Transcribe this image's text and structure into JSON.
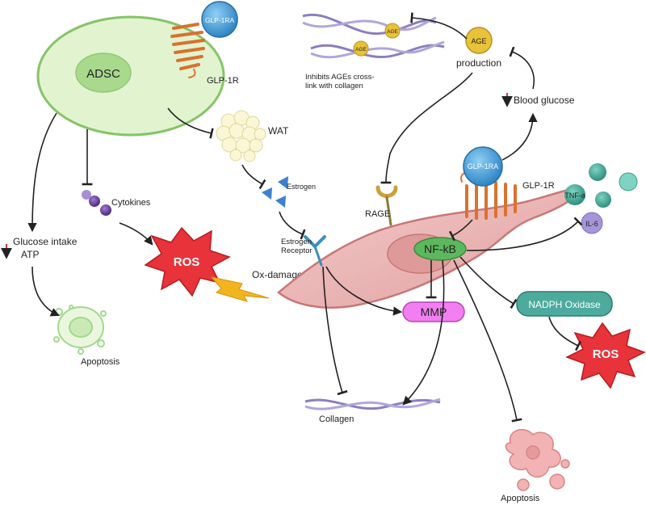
{
  "labels": {
    "adsc": "ADSC",
    "glp1ra_top": "GLP-1RA",
    "glp1r_top": "GLP-1R",
    "wat": "WAT",
    "cytokines": "Cytokines",
    "estrogen": "Estrogen",
    "estrogen_receptor_1": "Estrogen",
    "estrogen_receptor_2": "Receptor",
    "ros_left": "ROS",
    "ox_damage": "Ox-damage",
    "glucose_intake": "Glucose intake",
    "atp": "ATP",
    "apoptosis_left": "Apoptosis",
    "age_small_1": "AGE",
    "age_small_2": "AGE",
    "inhibits_1": "Inhibits AGEs cross-",
    "inhibits_2": "link with collagen",
    "age_node": "AGE",
    "production": "production",
    "blood_glucose": "Blood glucose",
    "glp1ra_right": "GLP-1RA",
    "glp1r_right": "GLP-1R",
    "rage": "RAGE",
    "nfkb": "NF-kB",
    "tnfa": "TNF-a",
    "il6": "IL-6",
    "mmp": "MMP",
    "nadph": "NADPH Oxidase",
    "ros_right": "ROS",
    "collagen": "Collagen",
    "apoptosis_right": "Apoptosis"
  },
  "colors": {
    "adsc_fill": "#dff3c8",
    "adsc_stroke": "#8cc672",
    "nucleus": "#a9d88f",
    "glp1ra": "#4fa3d9",
    "receptor": "#e07d3c",
    "ros": "#e8333a",
    "fibroblast": "#e8b3b3",
    "fibroblast_stroke": "#c97777",
    "nfkb": "#5cb85c",
    "mmp": "#f27ff2",
    "nadph": "#4cab9c",
    "age_gold": "#e8c23a",
    "collagen": "#8d7ec0",
    "teal_cytokine": "#3a9e8a",
    "il6": "#a496d8",
    "down_arrow": "#d23a2e"
  }
}
